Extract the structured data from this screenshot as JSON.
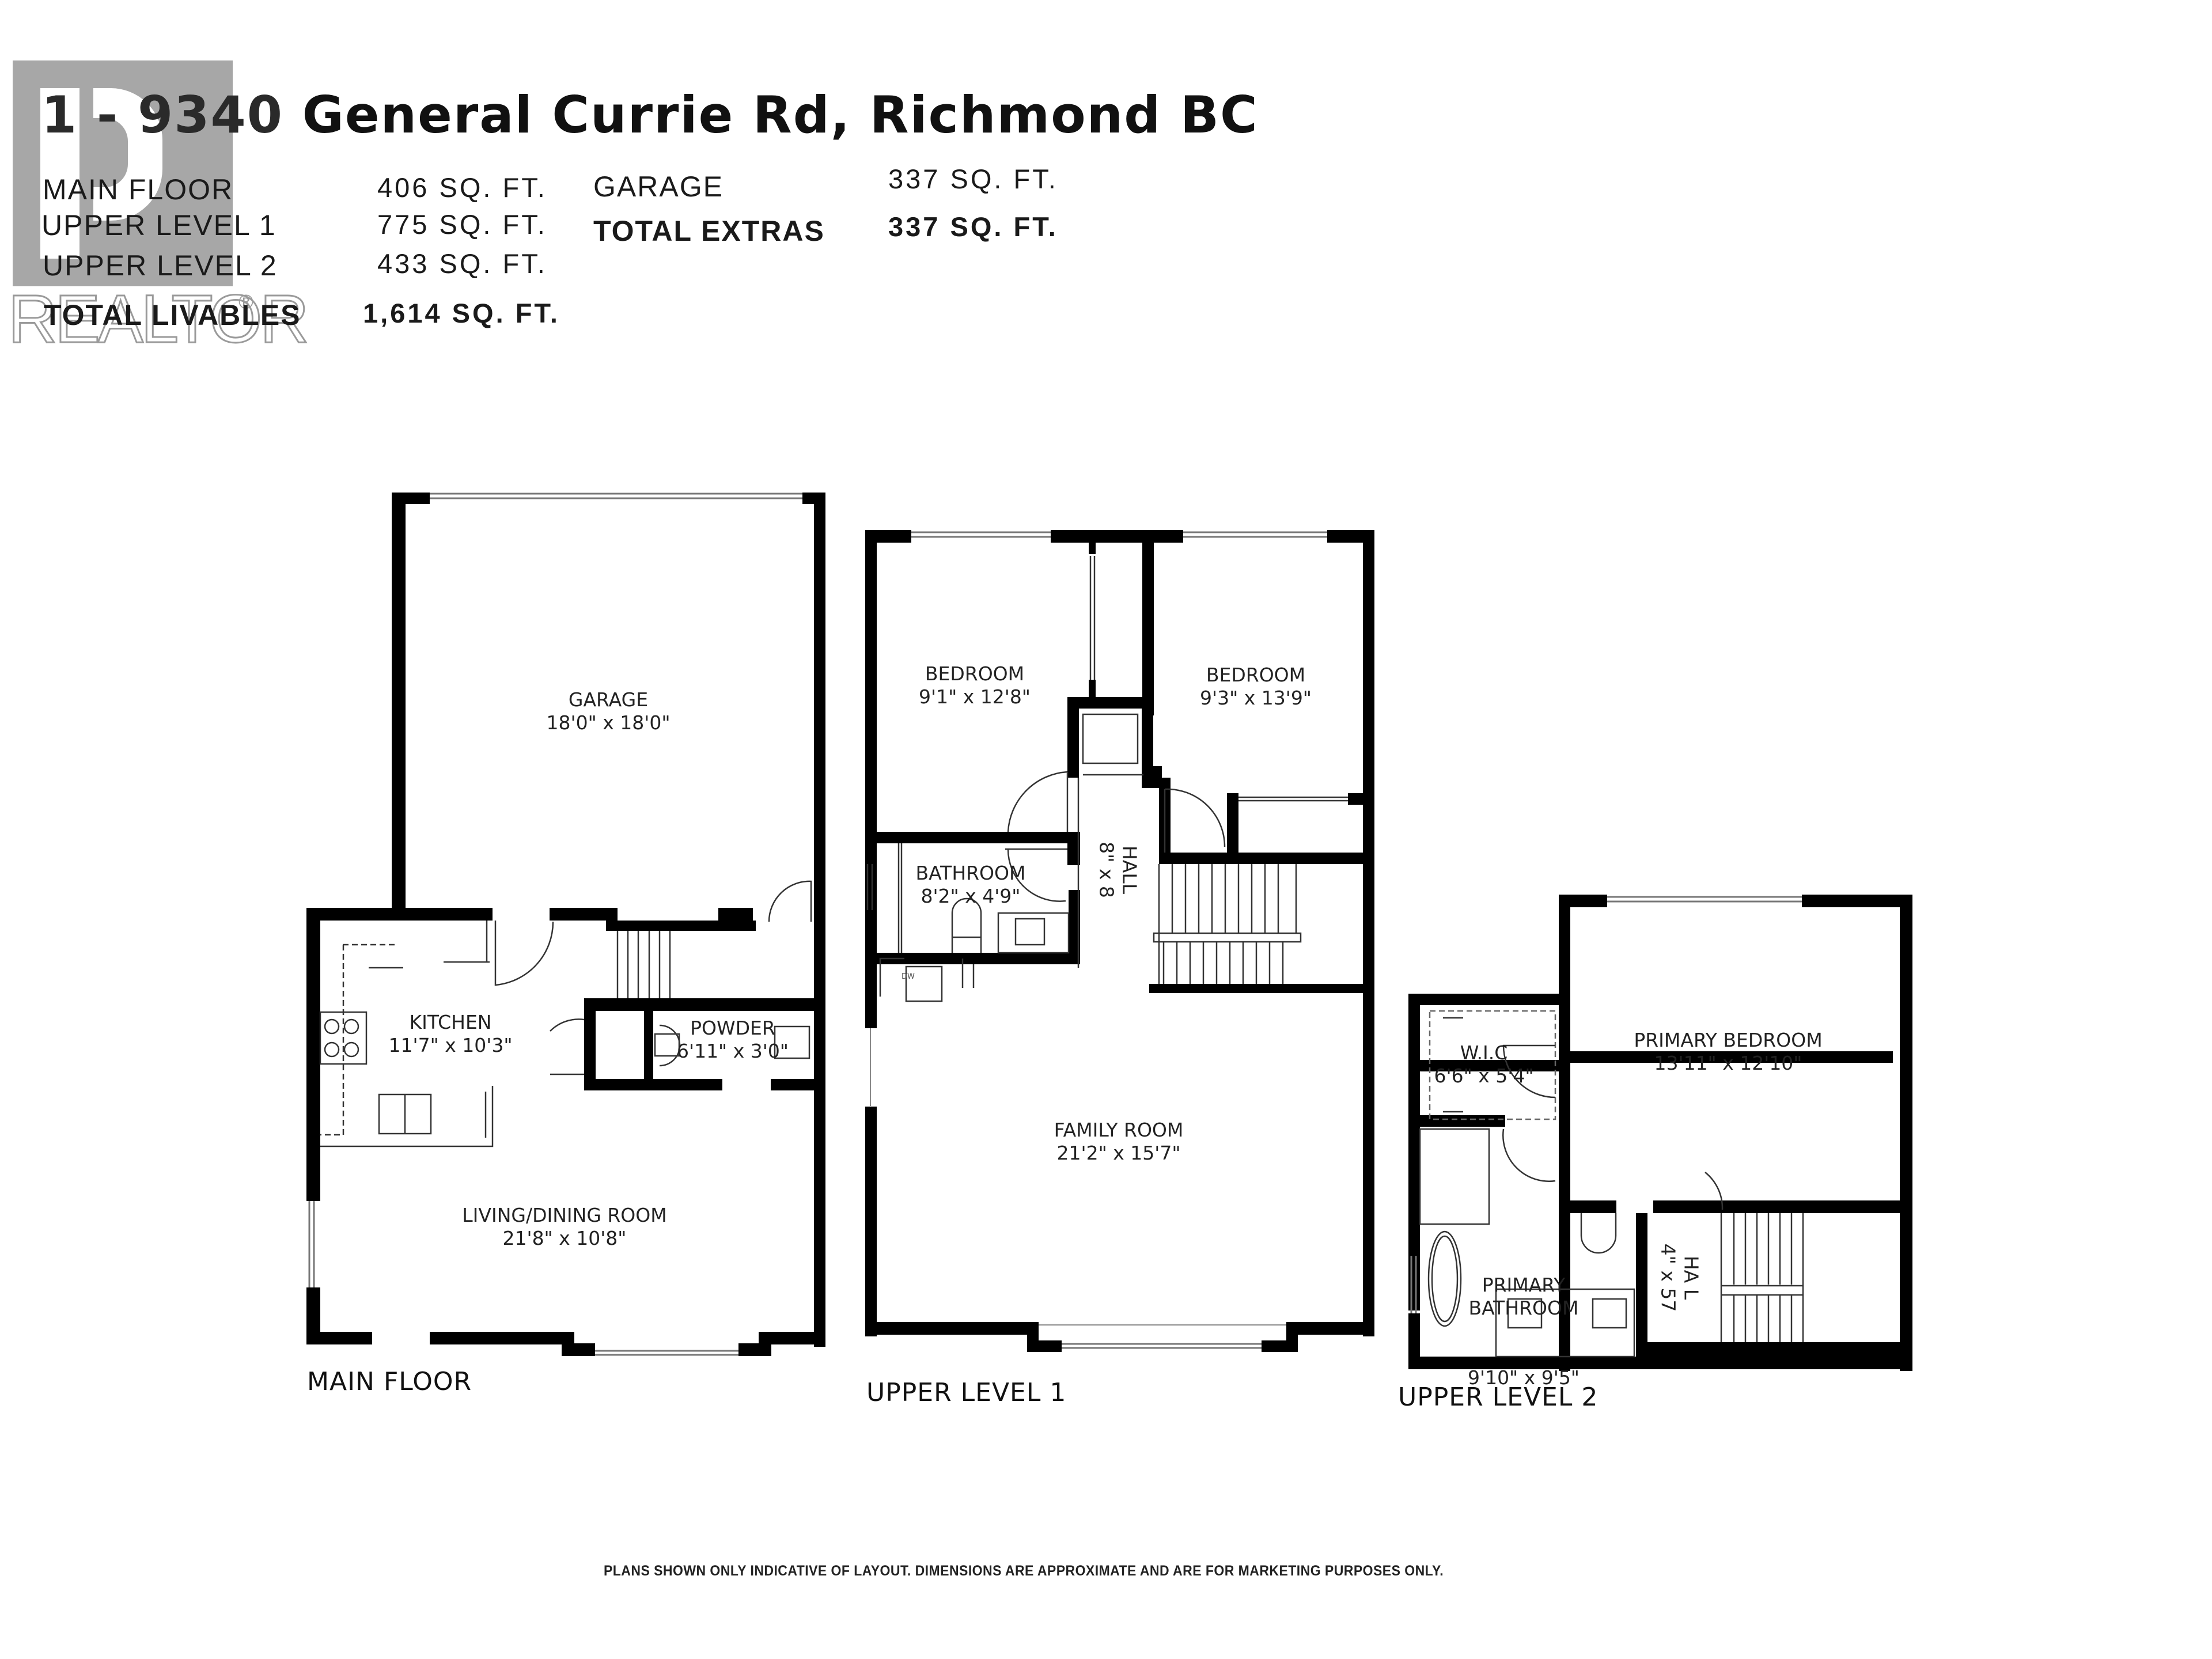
{
  "header": {
    "title_unit": "1 - 9340",
    "title_rest": "General Currie Rd, Richmond BC",
    "watermark": "REALTOR",
    "watermark_mark": "®"
  },
  "livable_areas": [
    {
      "label": "MAIN FLOOR",
      "value": "406 SQ. FT."
    },
    {
      "label": "UPPER LEVEL 1",
      "value": "775 SQ. FT."
    },
    {
      "label": "UPPER LEVEL 2",
      "value": "433 SQ. FT."
    }
  ],
  "total_livables": {
    "label": "TOTAL LIVABLES",
    "value": "1,614 SQ. FT."
  },
  "extras": [
    {
      "label": "GARAGE",
      "value": "337 SQ. FT."
    }
  ],
  "total_extras": {
    "label": "TOTAL EXTRAS",
    "value": "337 SQ. FT."
  },
  "floors": {
    "main": {
      "label": "MAIN FLOOR",
      "rooms": [
        {
          "name": "GARAGE",
          "size": "18'0\" x 18'0\""
        },
        {
          "name": "KITCHEN",
          "size": "11'7\" x 10'3\""
        },
        {
          "name": "POWDER",
          "size": "6'11\" x 3'0\""
        },
        {
          "name": "LIVING/DINING ROOM",
          "size": "21'8\" x 10'8\""
        }
      ]
    },
    "upper1": {
      "label": "UPPER LEVEL 1",
      "rooms": [
        {
          "name": "BEDROOM",
          "size": "9'1\" x 12'8\""
        },
        {
          "name": "BEDROOM",
          "size": "9'3\" x 13'9\""
        },
        {
          "name": "BATHROOM",
          "size": "8'2\" x 4'9\""
        },
        {
          "name": "HALL",
          "size": "8\" x 8"
        },
        {
          "name": "FAMILY ROOM",
          "size": "21'2\" x 15'7\""
        }
      ],
      "appliance_label": "DW"
    },
    "upper2": {
      "label": "UPPER LEVEL 2",
      "rooms": [
        {
          "name": "W.I.C",
          "size": "6'6\" x 5'4\""
        },
        {
          "name": "PRIMARY BEDROOM",
          "size": "13'11\" x 12'10\""
        },
        {
          "name": "PRIMARY\nBATHROOM",
          "size": "9'10\" x 9'5\""
        },
        {
          "name": "HA L",
          "size": "4\" x 57"
        }
      ]
    }
  },
  "disclaimer": "PLANS SHOWN ONLY INDICATIVE OF LAYOUT. DIMENSIONS ARE APPROXIMATE AND ARE FOR MARKETING PURPOSES ONLY."
}
